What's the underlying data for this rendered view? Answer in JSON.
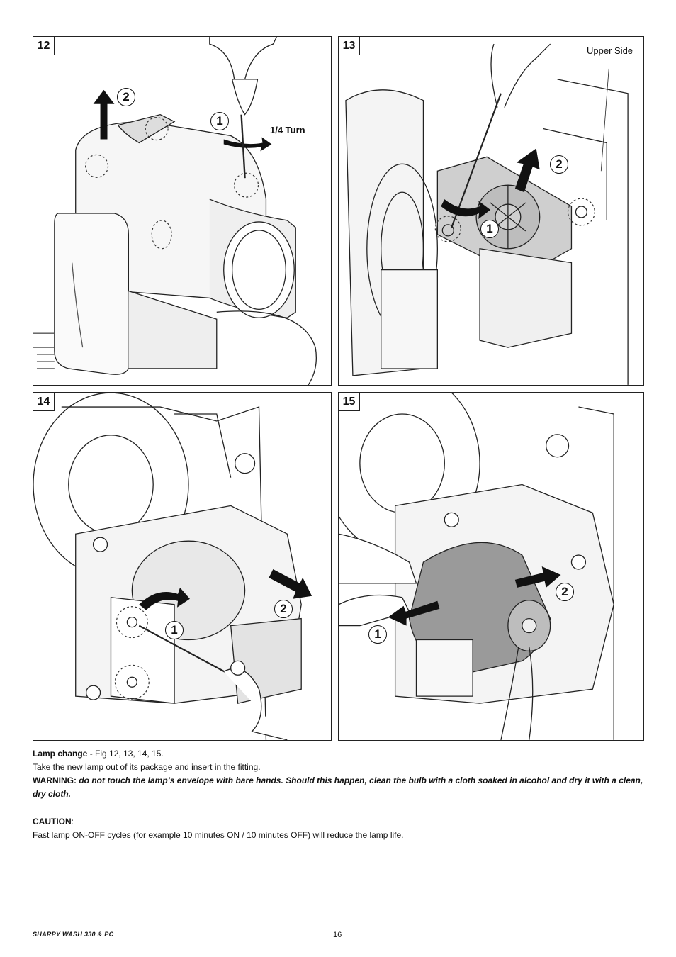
{
  "figures": [
    {
      "number": "12",
      "callouts": [
        "1",
        "2"
      ],
      "tags": [
        "1/4 Turn"
      ]
    },
    {
      "number": "13",
      "callouts": [
        "1",
        "2"
      ],
      "tags": [
        "Upper Side"
      ]
    },
    {
      "number": "14",
      "callouts": [
        "1",
        "2"
      ]
    },
    {
      "number": "15",
      "callouts": [
        "1",
        "2"
      ]
    }
  ],
  "text": {
    "heading": "Lamp change",
    "heading_ref": " - Fig 12, 13, 14, 15.",
    "instruction": "Take the new lamp out of its package and insert in the fitting.",
    "warning_label": "WARNING:",
    "warning_body": " do not touch the lamp’s envelope with bare hands. Should this happen, clean the bulb with a cloth soaked in alcohol and dry it with a clean, dry cloth.",
    "caution_label": "CAUTION",
    "caution_colon": ":",
    "caution_body": "Fast lamp ON-OFF cycles (for example 10 minutes ON / 10 minutes OFF) will reduce the lamp life."
  },
  "footer": {
    "product": "SHARPY WASH 330 & PC",
    "page": "16"
  }
}
